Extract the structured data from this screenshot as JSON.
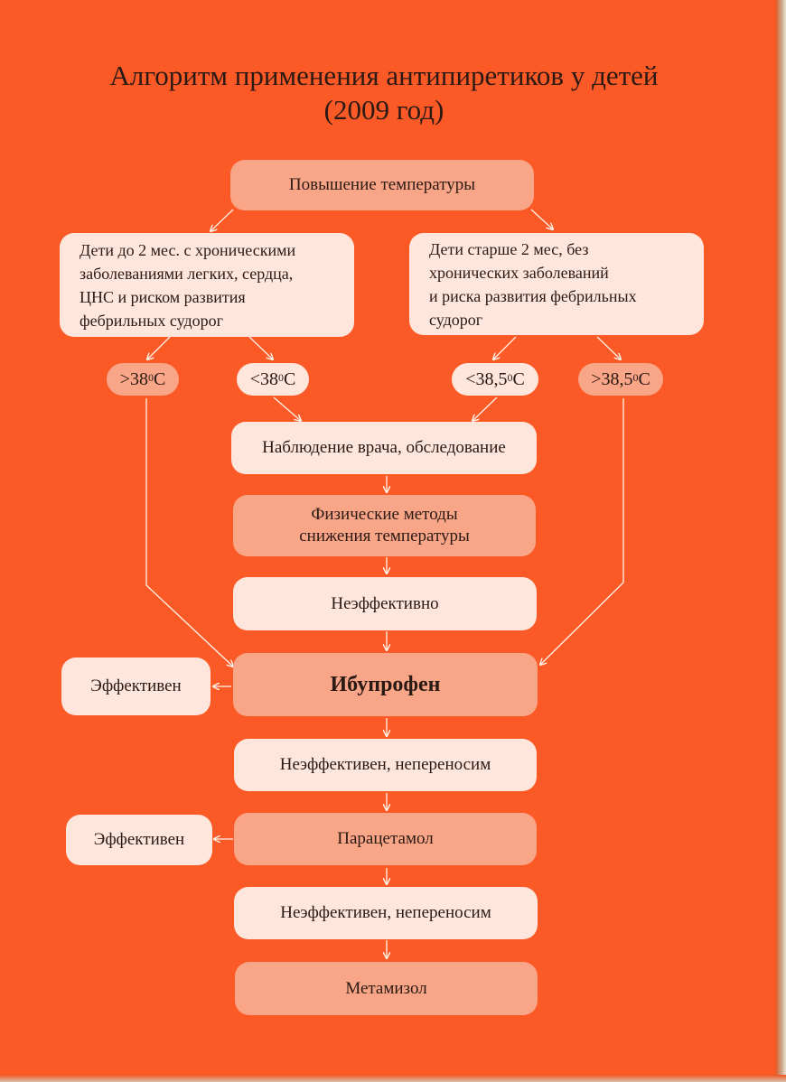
{
  "title": {
    "line1": "Алгоритм применения антипиретиков у детей",
    "line2": "(2009 год)"
  },
  "nodes": {
    "start": "Повышение температуры",
    "group_left": {
      "l1": "Дети до 2 мес. с хроническими",
      "l2": "заболеваниями легких, сердца,",
      "l3": "ЦНС и риском развития",
      "l4": "фебрильных судорог"
    },
    "group_right": {
      "l1": "Дети старше 2 мес, без",
      "l2": "хронических заболеваний",
      "l3": "и риска развития фебрильных",
      "l4": "судорог"
    },
    "thresholds": {
      "left_high": {
        "sign": ">",
        "value": "38",
        "deg": "0",
        "unit": "С"
      },
      "left_low": {
        "sign": "<",
        "value": "38",
        "deg": "0",
        "unit": "С"
      },
      "right_low": {
        "sign": "<",
        "value": "38,5",
        "deg": "0",
        "unit": "С"
      },
      "right_high": {
        "sign": ">",
        "value": "38,5",
        "deg": "0",
        "unit": "С"
      }
    },
    "observation": "Наблюдение врача, обследование",
    "physical": {
      "l1": "Физические методы",
      "l2": "снижения температуры"
    },
    "ineffective": "Неэффективно",
    "ibuprofen": "Ибупрофен",
    "effective_1": "Эффективен",
    "ineffective_2": "Неэффективен, непереносим",
    "paracetamol": "Парацетамол",
    "effective_2": "Эффективен",
    "ineffective_3": "Неэффективен, непереносим",
    "metamizole": "Метамизол"
  },
  "colors": {
    "background": "#fb5a26",
    "box_light": "#ffe6dc",
    "box_mid": "#f9a587",
    "arrow": "#fff3ea"
  }
}
